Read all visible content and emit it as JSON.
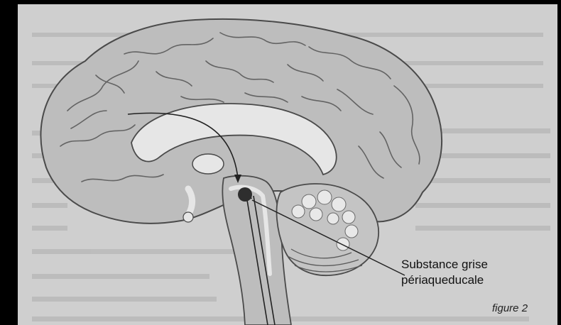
{
  "diagram": {
    "label_line1": "Substance grise",
    "label_line2": "périaqueducale",
    "figure_caption": "figure 2"
  },
  "colors": {
    "paper": "#cfcfcf",
    "brain_fill": "#bdbdbd",
    "brain_outline": "#4a4a4a",
    "white_matter": "#e6e6e6",
    "pag_dot": "#2e2e2e"
  }
}
